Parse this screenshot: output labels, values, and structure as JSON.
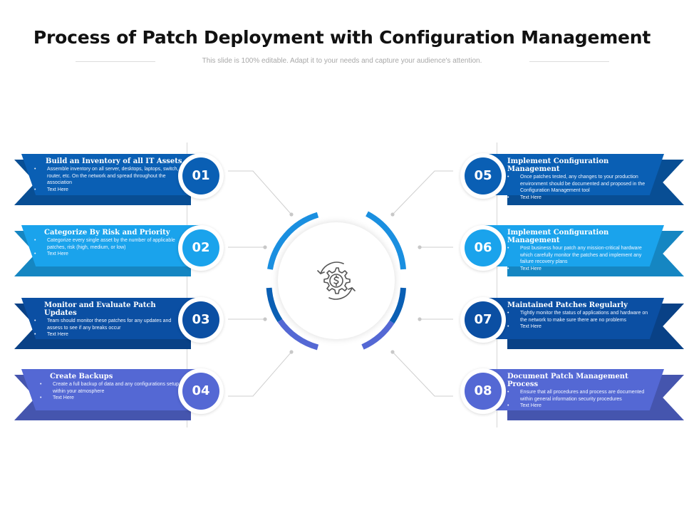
{
  "header": {
    "title": "Process of Patch Deployment with Configuration Management",
    "subtitle": "This slide is 100% editable. Adapt it to your needs and capture your audience's attention."
  },
  "center_icon": "gear-dollar-cycle-icon",
  "colors": {
    "dark_blue": "#0a5fb4",
    "medium_blue": "#1f7fd6",
    "light_blue": "#1aa3ec",
    "navy_blue": "#0b4fa3",
    "periwinkle": "#5468d4",
    "ring_dark": "#0a5fb4",
    "ring_light": "#1a8fe0",
    "ring_purple": "#5468d4"
  },
  "steps": [
    {
      "num": "01",
      "title": "Build an Inventory of all IT Assets",
      "bullets": [
        "Assemble inventory on all server, desktops, laptops, switch, router, etc. On the network and spread throughout the association",
        "Text Here"
      ]
    },
    {
      "num": "02",
      "title": "Categorize By Risk and Priority",
      "bullets": [
        "Categorize every single asset by the number of applicable patches, risk (high, medium, or low)",
        "Text Here"
      ]
    },
    {
      "num": "03",
      "title": "Monitor and Evaluate Patch Updates",
      "bullets": [
        "Team should monitor these patches for any updates and assess to see if any breaks occur",
        "Text Here"
      ]
    },
    {
      "num": "04",
      "title": "Create Backups",
      "bullets": [
        "Create a full backup of data and any configurations setup within your atmosphere",
        "Text Here"
      ]
    },
    {
      "num": "05",
      "title": "Implement Configuration Management",
      "bullets": [
        "Once patches tested, any changes to your production environment should be documented and proposed in the Configuration Management tool",
        "Text Here"
      ]
    },
    {
      "num": "06",
      "title": "Implement Configuration Management",
      "bullets": [
        "Post business hour patch any mission-critical hardware which carefully monitor the patches and implement any failure recovery plans",
        "Text Here"
      ]
    },
    {
      "num": "07",
      "title": "Maintained Patches Regularly",
      "bullets": [
        "Tightly monitor the status of applications and hardware on the network to make sure there are no problems",
        "Text Here"
      ]
    },
    {
      "num": "08",
      "title": "Document Patch Management Process",
      "bullets": [
        "Ensure that all procedures and process are documented within general information security procedures",
        "Text Here"
      ]
    }
  ]
}
